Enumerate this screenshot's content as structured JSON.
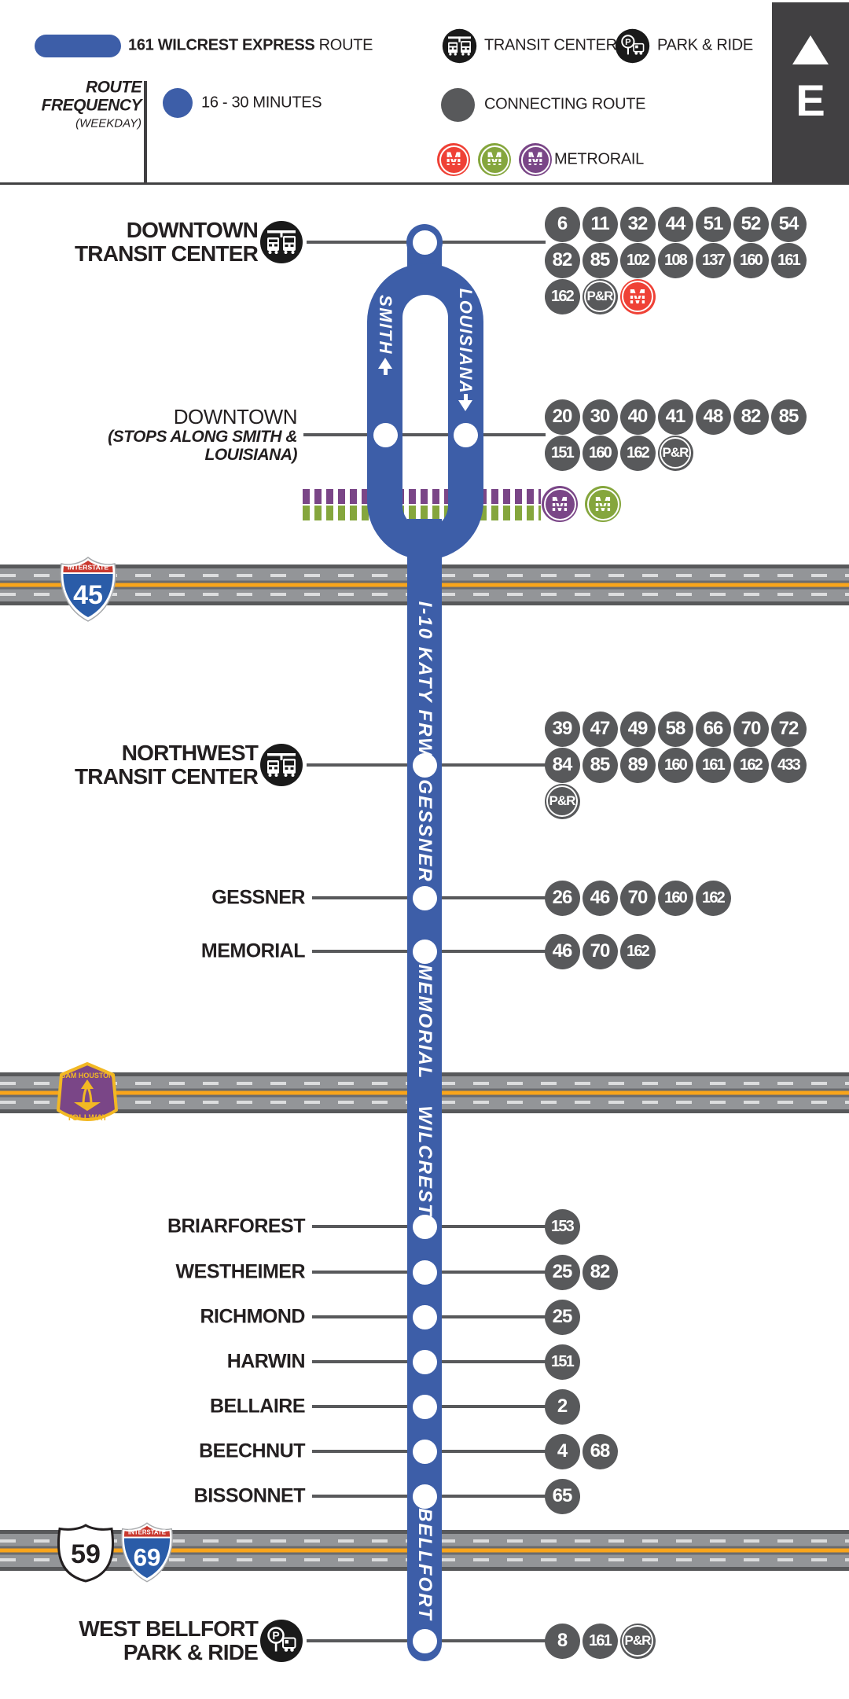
{
  "title": "161 Wilcrest Express route map",
  "colors": {
    "route_blue": "#3D5EA8",
    "connecting_gray": "#58595B",
    "metro_red": "#EF4136",
    "metro_green": "#85A63D",
    "metro_purple": "#7A4687",
    "road_stripe": "#F9A51B"
  },
  "legend": {
    "route_name_bold": "161 WILCREST EXPRESS",
    "route_name_rest": " ROUTE",
    "frequency_title_line1": "ROUTE",
    "frequency_title_line2": "FREQUENCY",
    "frequency_subtitle": "(WEEKDAY)",
    "frequency_value": "16 - 30 MINUTES",
    "transit_center_label": "TRANSIT CENTER",
    "park_and_ride_label": "PARK & RIDE",
    "connecting_route_label": "CONNECTING ROUTE",
    "metrorail_label": "METRORAIL",
    "metrorail_letter": "M",
    "metrorail_line_colors": [
      "#EF4136",
      "#85A63D",
      "#7A4687"
    ],
    "direction_letter": "E"
  },
  "map": {
    "street_labels": [
      {
        "id": "smith",
        "text": "SMITH"
      },
      {
        "id": "louisiana",
        "text": "LOUISIANA"
      },
      {
        "id": "i10-katy",
        "text": "I-10 KATY FRWY."
      },
      {
        "id": "gessner-st",
        "text": "GESSNER"
      },
      {
        "id": "memorial-st",
        "text": "MEMORIAL"
      },
      {
        "id": "wilcrest-st",
        "text": "WILCREST"
      },
      {
        "id": "bellfort-st",
        "text": "BELLFORT"
      }
    ],
    "highways": [
      {
        "id": "i45",
        "shields": [
          {
            "type": "interstate",
            "banner": "INTERSTATE",
            "number": "45"
          }
        ]
      },
      {
        "id": "sam-houston",
        "shields": [
          {
            "type": "tollway",
            "top": "SAM HOUSTON",
            "bottom": "TOLLWAY"
          }
        ]
      },
      {
        "id": "us59-i69",
        "shields": [
          {
            "type": "us",
            "number": "59"
          },
          {
            "type": "interstate",
            "banner": "INTERSTATE",
            "number": "69"
          }
        ]
      }
    ],
    "rail_crossing": {
      "lines": [
        "#7A4687",
        "#85A63D"
      ],
      "letter": "M"
    },
    "stops": [
      {
        "id": "downtown-tc",
        "label_lines": [
          "DOWNTOWN",
          "TRANSIT CENTER"
        ],
        "icon": "transit-center",
        "routes": [
          [
            "6",
            "11",
            "32",
            "44",
            "51",
            "52",
            "54"
          ],
          [
            "82",
            "85",
            "102",
            "108",
            "137",
            "160",
            "161"
          ],
          [
            "162",
            "P&R",
            "M"
          ]
        ]
      },
      {
        "id": "downtown",
        "label_lines": [
          "DOWNTOWN",
          "(STOPS ALONG SMITH &",
          "LOUISIANA)"
        ],
        "icon": null,
        "routes": [
          [
            "20",
            "30",
            "40",
            "41",
            "48",
            "82",
            "85"
          ],
          [
            "151",
            "160",
            "162",
            "P&R"
          ]
        ]
      },
      {
        "id": "nw-tc",
        "label_lines": [
          "NORTHWEST",
          "TRANSIT CENTER"
        ],
        "icon": "transit-center",
        "routes": [
          [
            "39",
            "47",
            "49",
            "58",
            "66",
            "70",
            "72"
          ],
          [
            "84",
            "85",
            "89",
            "160",
            "161",
            "162",
            "433"
          ],
          [
            "P&R"
          ]
        ]
      },
      {
        "id": "gessner",
        "label_lines": [
          "GESSNER"
        ],
        "icon": null,
        "routes": [
          [
            "26",
            "46",
            "70",
            "160",
            "162"
          ]
        ]
      },
      {
        "id": "memorial",
        "label_lines": [
          "MEMORIAL"
        ],
        "icon": null,
        "routes": [
          [
            "46",
            "70",
            "162"
          ]
        ]
      },
      {
        "id": "briarforest",
        "label_lines": [
          "BRIARFOREST"
        ],
        "icon": null,
        "routes": [
          [
            "153"
          ]
        ]
      },
      {
        "id": "westheimer",
        "label_lines": [
          "WESTHEIMER"
        ],
        "icon": null,
        "routes": [
          [
            "25",
            "82"
          ]
        ]
      },
      {
        "id": "richmond",
        "label_lines": [
          "RICHMOND"
        ],
        "icon": null,
        "routes": [
          [
            "25"
          ]
        ]
      },
      {
        "id": "harwin",
        "label_lines": [
          "HARWIN"
        ],
        "icon": null,
        "routes": [
          [
            "151"
          ]
        ]
      },
      {
        "id": "bellaire",
        "label_lines": [
          "BELLAIRE"
        ],
        "icon": null,
        "routes": [
          [
            "2"
          ]
        ]
      },
      {
        "id": "beechnut",
        "label_lines": [
          "BEECHNUT"
        ],
        "icon": null,
        "routes": [
          [
            "4",
            "68"
          ]
        ]
      },
      {
        "id": "bissonnet",
        "label_lines": [
          "BISSONNET"
        ],
        "icon": null,
        "routes": [
          [
            "65"
          ]
        ]
      },
      {
        "id": "west-bellfort",
        "label_lines": [
          "WEST BELLFORT",
          "PARK & RIDE"
        ],
        "icon": "park-ride",
        "routes": [
          [
            "8",
            "161",
            "P&R"
          ]
        ]
      }
    ]
  }
}
